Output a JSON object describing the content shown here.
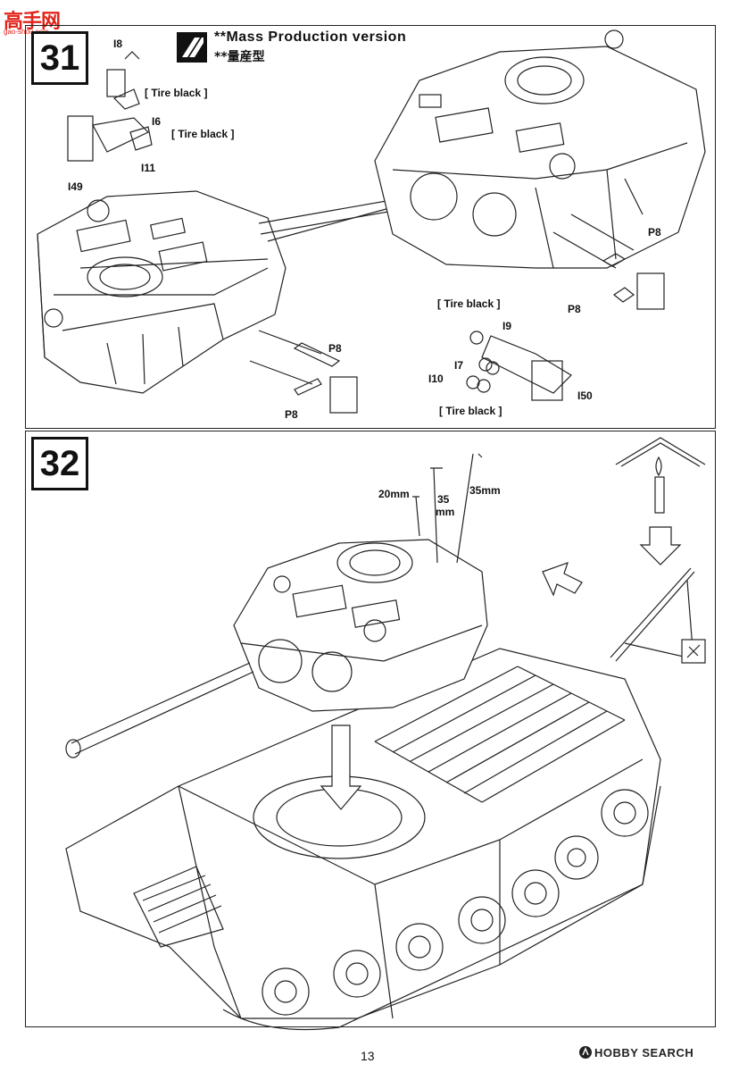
{
  "watermark": {
    "main": "高手网",
    "sub": "gao-shou.com"
  },
  "steps": [
    {
      "number": "31",
      "title": "**Mass Production version",
      "subtitle": "**量産型",
      "parts": {
        "i8": "I8",
        "i6": "I6",
        "i11": "I11",
        "i49": "I49",
        "i9": "I9",
        "i7": "I7",
        "i10": "I10",
        "i50": "I50",
        "p8": "P8"
      },
      "tire_black": "[ Tire black ]"
    },
    {
      "number": "32",
      "measurements": {
        "m20": "20mm",
        "m35_a": "35",
        "m35_b": "mm",
        "m35": "35mm"
      }
    }
  ],
  "footer": {
    "page_number": "13",
    "brand": "HOBBY SEARCH"
  },
  "colors": {
    "ink": "#111111",
    "watermark": "#e2231a"
  }
}
